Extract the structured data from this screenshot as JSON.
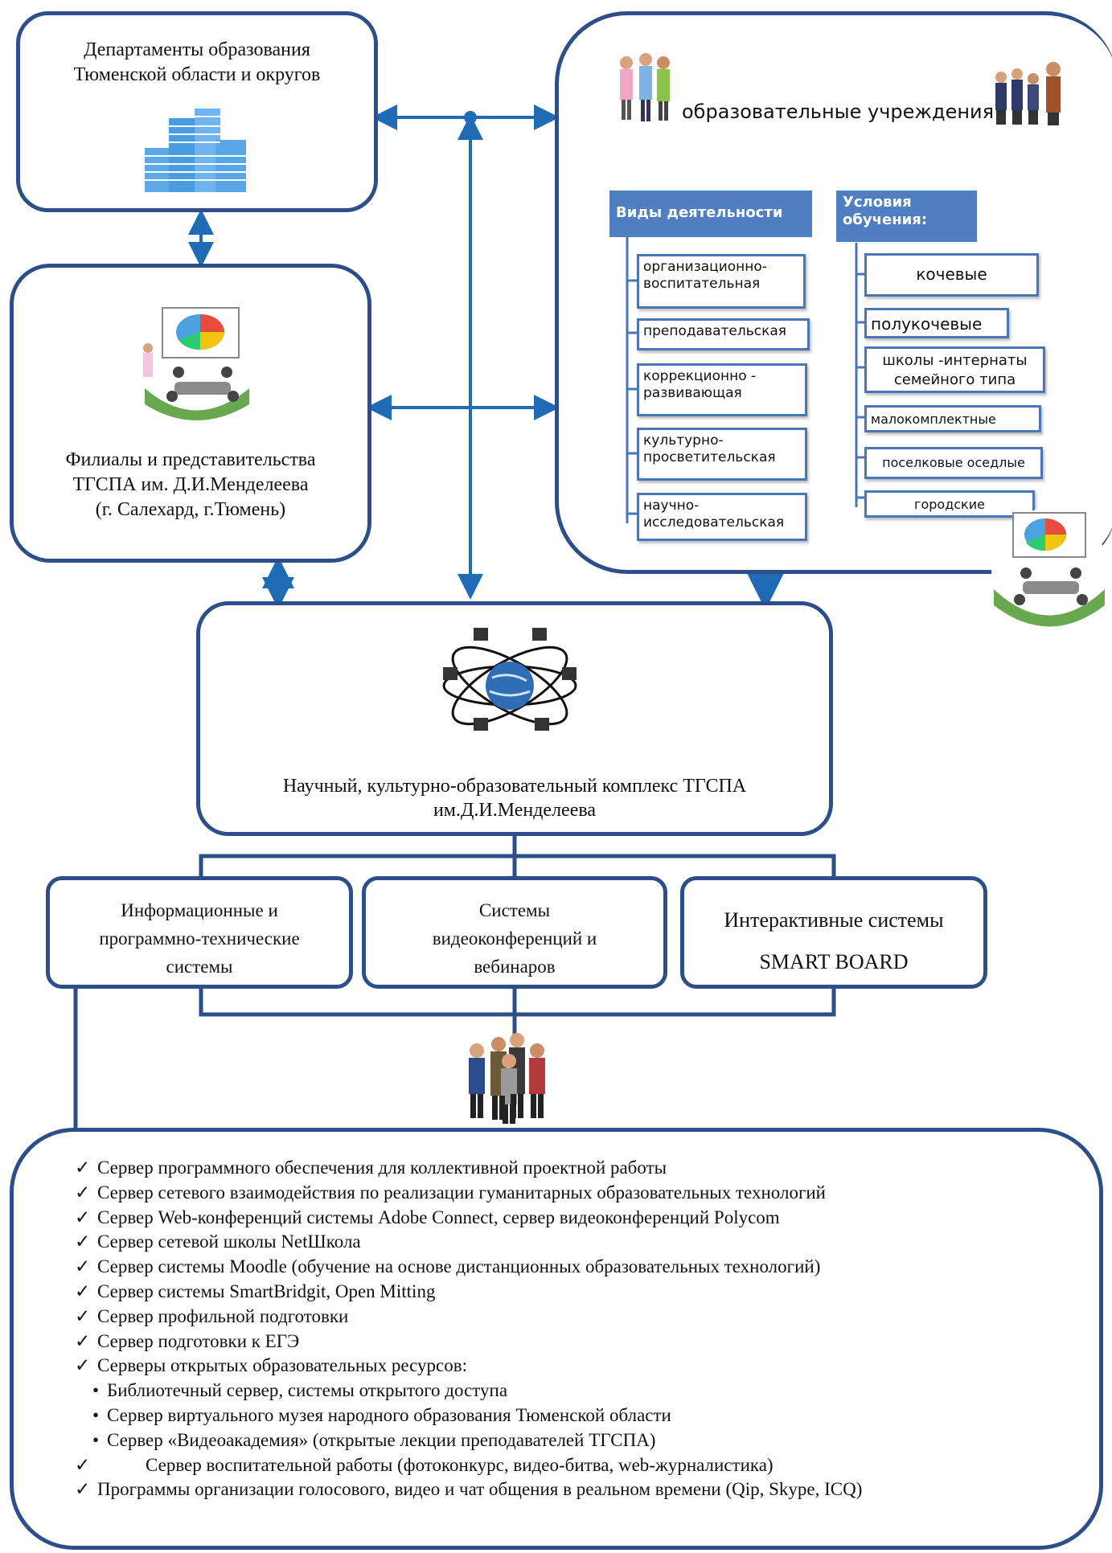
{
  "departments": {
    "line1": "Департаменты образования",
    "line2": "Тюменской области и округов"
  },
  "branches": {
    "line1": "Филиалы и представительства",
    "line2": "ТГСПА им. Д.И.Менделеева",
    "line3": "(г. Салехард, г.Тюмень)"
  },
  "institutions": {
    "title": "образовательные учреждения",
    "activities_header": "Виды деятельности",
    "activities": [
      [
        "организационно-",
        "воспитательная"
      ],
      [
        "преподавательская"
      ],
      [
        "коррекционно -",
        "развивающая"
      ],
      [
        "культурно-",
        "просветительская"
      ],
      [
        "научно-",
        "исследовательская"
      ]
    ],
    "conditions_header": [
      "Условия",
      "обучения:"
    ],
    "conditions": [
      [
        "кочевые"
      ],
      [
        "полукочевые"
      ],
      [
        "школы -интернаты",
        "семейного типа"
      ],
      [
        "малокомплектные"
      ],
      [
        "поселковые оседлые"
      ],
      [
        "городские"
      ]
    ]
  },
  "complex": {
    "line1": "Научный, культурно-образовательный комплекс ТГСПА",
    "line2": "им.Д.И.Менделеева"
  },
  "systems": [
    [
      "Информационные  и",
      "программно-технические",
      "системы"
    ],
    [
      "Системы",
      "видеоконференций и",
      "вебинаров"
    ],
    [
      "Интерактивные системы",
      "SMART BOARD"
    ]
  ],
  "servers": [
    {
      "mark": "✓",
      "text": "Сервер программного обеспечения для коллективной проектной работы"
    },
    {
      "mark": "✓",
      "text": "Сервер сетевого взаимодействия по реализации гуманитарных образовательных технологий"
    },
    {
      "mark": "✓",
      "text": "Сервер Web-конференций системы Adobe Connect, сервер видеоконференций Polycom"
    },
    {
      "mark": "✓",
      "text": "Сервер сетевой школы NetШкола"
    },
    {
      "mark": "✓",
      "text": "Сервер системы Moodle (обучение на основе дистанционных образовательных технологий)"
    },
    {
      "mark": "✓",
      "text": "Сервер системы  SmartBridgit, Open Mitting"
    },
    {
      "mark": "✓",
      "text": "Сервер профильной подготовки"
    },
    {
      "mark": "✓",
      "text": "Сервер подготовки к ЕГЭ"
    },
    {
      "mark": "✓",
      "text": "Серверы открытых образовательных ресурсов:"
    },
    {
      "mark": "•",
      "text": "Библиотечный сервер, системы  открытого доступа"
    },
    {
      "mark": "•",
      "text": "Сервер виртуального музея народного образования Тюменской области"
    },
    {
      "mark": "•",
      "text": "Сервер «Видеоакадемия» (открытые лекции преподавателей ТГСПА)"
    },
    {
      "mark": "✓",
      "text": "Сервер воспитательной работы (фотоконкурс, видео-битва, web-журналистика)"
    },
    {
      "mark": "✓",
      "text": "Программы организации голосового, видео и чат общения в реальном времени (Qip, Skype, ICQ)"
    }
  ],
  "colors": {
    "border": "#2c4f8a",
    "arrow": "#1f6bb5",
    "header": "#4f7fc0",
    "item_border": "#4a76b8"
  }
}
